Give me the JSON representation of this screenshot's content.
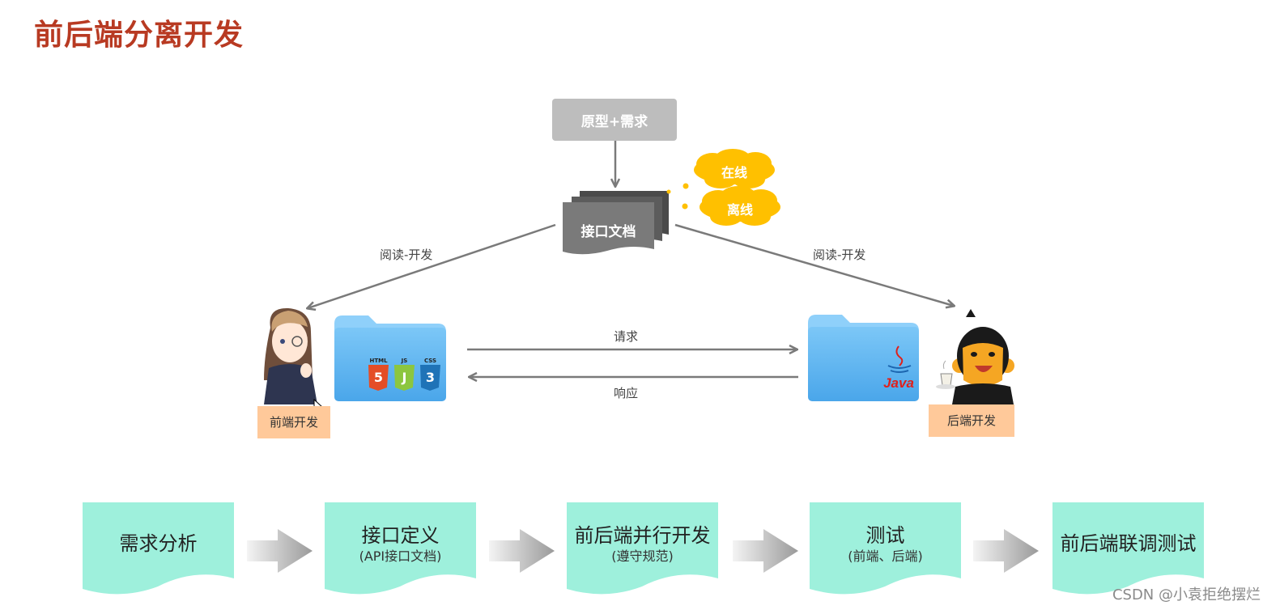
{
  "title": "前后端分离开发",
  "nodes": {
    "prototype": "原型+需求",
    "api_doc": "接口文档",
    "online": "在线",
    "offline": "离线",
    "frontend": "前端开发",
    "backend": "后端开发"
  },
  "edges": {
    "read_left": "阅读-开发",
    "read_right": "阅读-开发",
    "request": "请求",
    "response": "响应"
  },
  "icons": {
    "frontend_folder": [
      "html5-icon",
      "js-icon",
      "css3-icon"
    ],
    "backend_folder": [
      "java-icon"
    ],
    "html_badge": "HTML",
    "js_badge": "JS",
    "css_badge": "CSS",
    "java_text": "Java"
  },
  "steps": [
    {
      "title": "需求分析",
      "sub": ""
    },
    {
      "title": "接口定义",
      "sub": "(API接口文档)"
    },
    {
      "title": "前后端并行开发",
      "sub": "(遵守规范)"
    },
    {
      "title": "测试",
      "sub": "(前端、后端)"
    },
    {
      "title": "前后端联调测试",
      "sub": ""
    }
  ],
  "watermark": "CSDN @小袁拒绝摆烂",
  "colors": {
    "title": "#b83a22",
    "step_fill": "#9ef0dc",
    "cloud": "#ffc000",
    "doc_gray": "#777777",
    "prototype_gray": "#bdbdbd",
    "folder_blue": "#5fb6f2",
    "tag_orange": "#ffc99a"
  }
}
